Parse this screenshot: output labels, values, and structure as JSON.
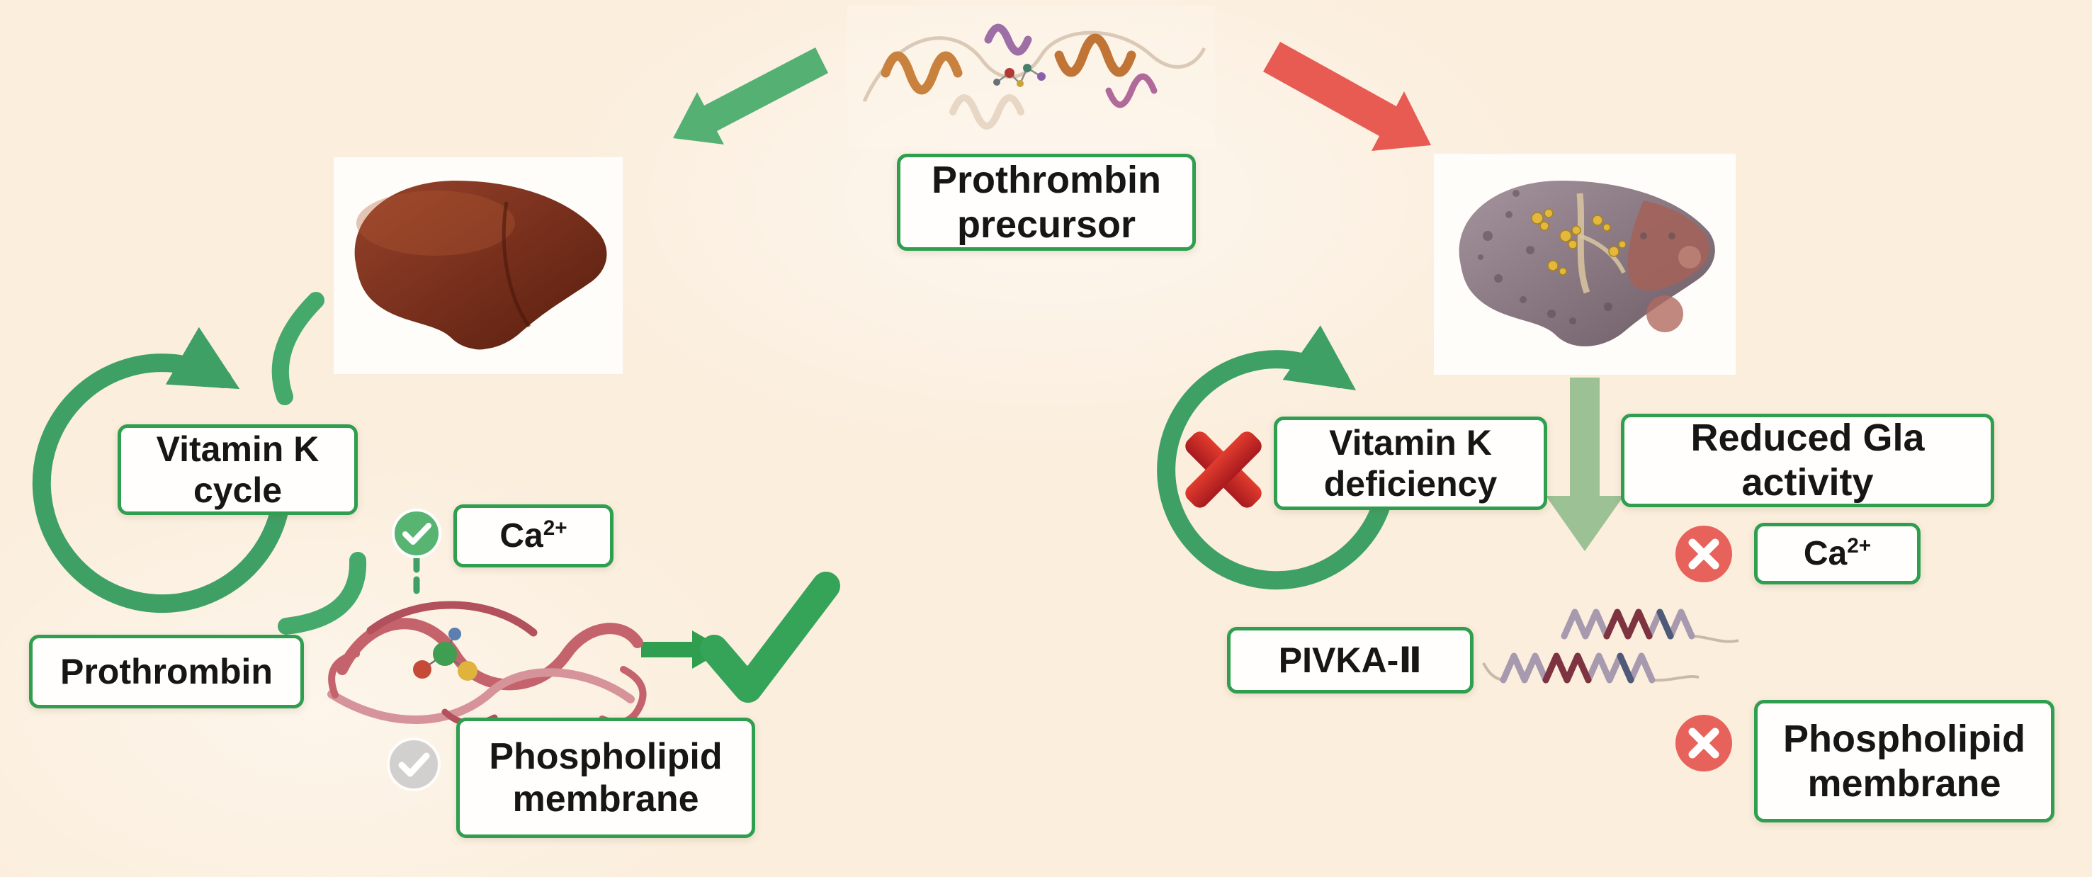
{
  "figure": {
    "center": {
      "precursor": {
        "line1": "Prothrombin",
        "line2": "precursor"
      }
    },
    "left_pathway": {
      "cycle": {
        "line1": "Vitamin K",
        "line2": "cycle"
      },
      "prothrombin": "Prothrombin",
      "calcium": {
        "base": "Ca",
        "sup": "2+"
      },
      "membrane": {
        "line1": "Phospholipid",
        "line2": "membrane"
      }
    },
    "right_pathway": {
      "deficiency": {
        "line1": "Vitamin K",
        "line2": "deficiency"
      },
      "gla": {
        "line1": "Reduced Gla",
        "line2": "activity"
      },
      "calcium": {
        "base": "Ca",
        "sup": "2+"
      },
      "pivka": "PIVKA-Ⅱ",
      "membrane": {
        "line1": "Phospholipid",
        "line2": "membrane"
      }
    },
    "icons": {
      "check": "✓",
      "cross": "✕"
    },
    "colors": {
      "background": "#fbeedd",
      "box_border_green": "#2f9e4f",
      "cycle_green": "#3fa065",
      "green_arrow": "#54b173",
      "red_arrow": "#e75b52",
      "light_green_arrow": "#93bd8d",
      "big_check_green": "#35a458",
      "big_cross_red": "#d62e2a",
      "badge_red": "#e7625b",
      "badge_green": "#57b571",
      "badge_gray": "#cbcbcb",
      "healthy_liver": "#7d3018",
      "diseased_liver": "#94828c"
    }
  }
}
